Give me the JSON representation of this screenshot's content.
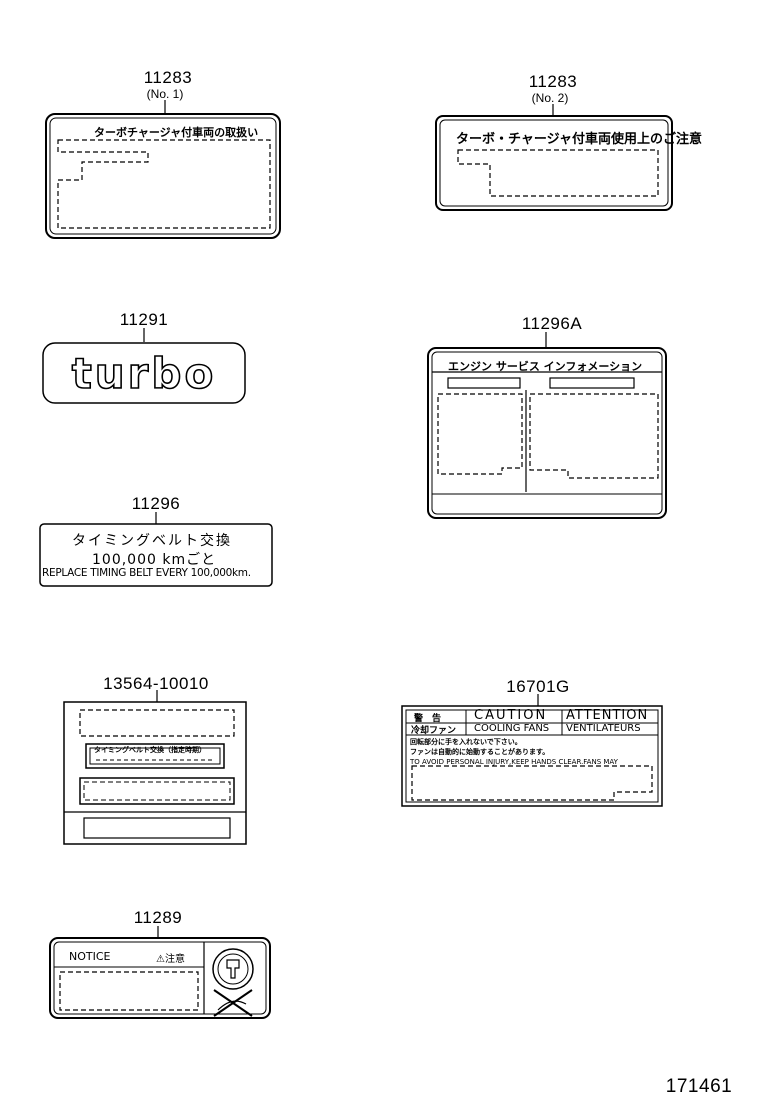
{
  "parts": [
    {
      "id": "p1",
      "part_no": "11283",
      "sub": "(No. 1)",
      "text": "ターボチャージャ付車両の取扱い"
    },
    {
      "id": "p2",
      "part_no": "11283",
      "sub": "(No. 2)",
      "text": "ターボ・チャージャ付車両使用上のご注意"
    },
    {
      "id": "p3",
      "part_no": "11291",
      "text": "turbo"
    },
    {
      "id": "p4",
      "part_no": "11296A",
      "text": "エンジン サービス インフォメーション"
    },
    {
      "id": "p5",
      "part_no": "11296",
      "line1": "タイミングベルト交換",
      "line2": "100,000 kmごと",
      "line3": "REPLACE TIMING BELT EVERY 100,000km."
    },
    {
      "id": "p6",
      "part_no": "13564-10010",
      "text": "タイミングベルト交換（指定時期）"
    },
    {
      "id": "p7",
      "part_no": "16701G",
      "cells": [
        "警　告",
        "CAUTION",
        "ATTENTION",
        "冷却ファン",
        "COOLING FANS",
        "VENTILATEURS"
      ],
      "jp_line1": "回転部分に手を入れないで下さい。",
      "jp_line2": "ファンは自動的に始動することがあります。",
      "en_line": "TO AVOID PERSONAL INJURY,KEEP HANDS CLEAR.FANS MAY"
    },
    {
      "id": "p8",
      "part_no": "11289",
      "notice": "NOTICE",
      "jp_notice": "⚠注意"
    }
  ],
  "figure_no": "171461"
}
